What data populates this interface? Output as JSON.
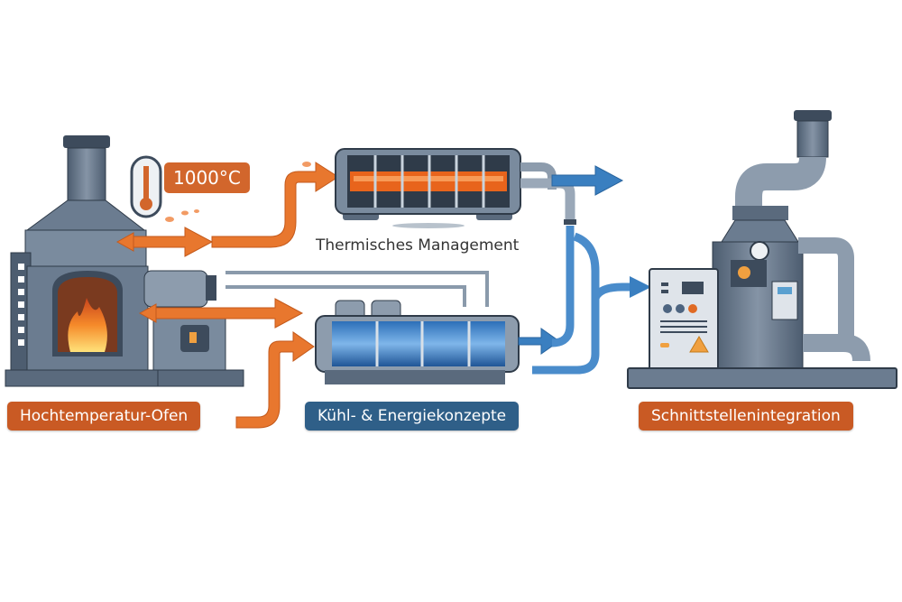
{
  "diagram": {
    "type": "process-flow",
    "colors": {
      "heat_flow": "#e8772e",
      "cooling_flow": "#3a7fc0",
      "label_orange": "#c95a24",
      "label_blue": "#2f5f88",
      "steel": "#6b7c90",
      "steel_dark": "#3d4b5c"
    },
    "temperature_badge": "1000°C",
    "nodes": [
      {
        "id": "furnace",
        "label": "Hochtemperatur-Ofen",
        "icon": "furnace-icon"
      },
      {
        "id": "thermal",
        "label": "Thermisches Management",
        "icon": "heat-exchanger-icon"
      },
      {
        "id": "cooling",
        "label": "Kühl- & Energiekonzepte",
        "icon": "cooling-unit-icon"
      },
      {
        "id": "interface",
        "label": "Schnittstellenintegration",
        "icon": "plant-interface-icon"
      }
    ],
    "edges": [
      {
        "from": "furnace",
        "to": "thermal",
        "kind": "heat"
      },
      {
        "from": "furnace",
        "to": "cooling",
        "kind": "heat"
      },
      {
        "from": "thermal",
        "to": "interface",
        "kind": "cooling"
      },
      {
        "from": "cooling",
        "to": "interface",
        "kind": "cooling"
      }
    ]
  }
}
